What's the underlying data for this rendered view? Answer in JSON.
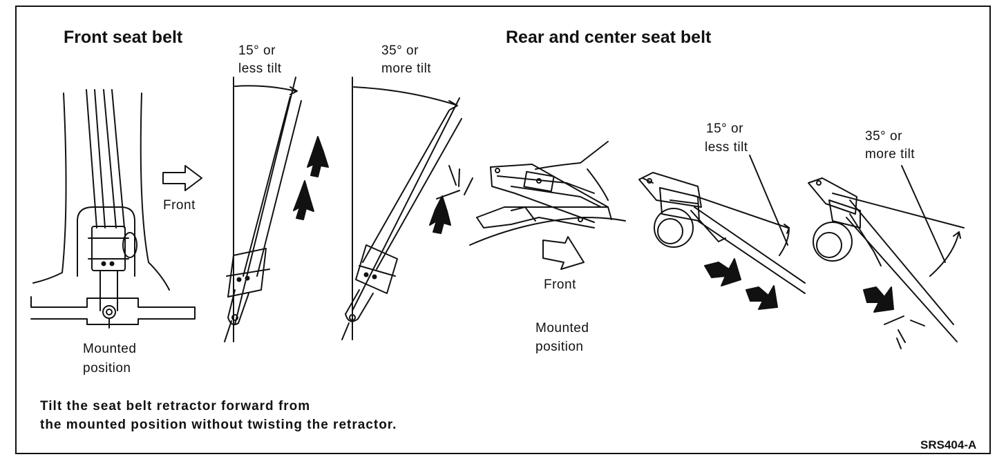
{
  "headings": {
    "front": "Front seat belt",
    "rear": "Rear and center seat belt"
  },
  "labels": {
    "front_arrow": "Front",
    "front_mounted_1": "Mounted",
    "front_mounted_2": "position",
    "tilt15_a_1": "15° or",
    "tilt15_a_2": "less tilt",
    "tilt35_a_1": "35° or",
    "tilt35_a_2": "more tilt",
    "rear_front": "Front",
    "rear_mounted_1": "Mounted",
    "rear_mounted_2": "position",
    "tilt15_b_1": "15° or",
    "tilt15_b_2": "less tilt",
    "tilt35_b_1": "35° or",
    "tilt35_b_2": "more tilt"
  },
  "note": {
    "line1": "Tilt the seat belt retractor forward from",
    "line2": "the mounted position without twisting the retractor."
  },
  "figure_code": "SRS404-A"
}
